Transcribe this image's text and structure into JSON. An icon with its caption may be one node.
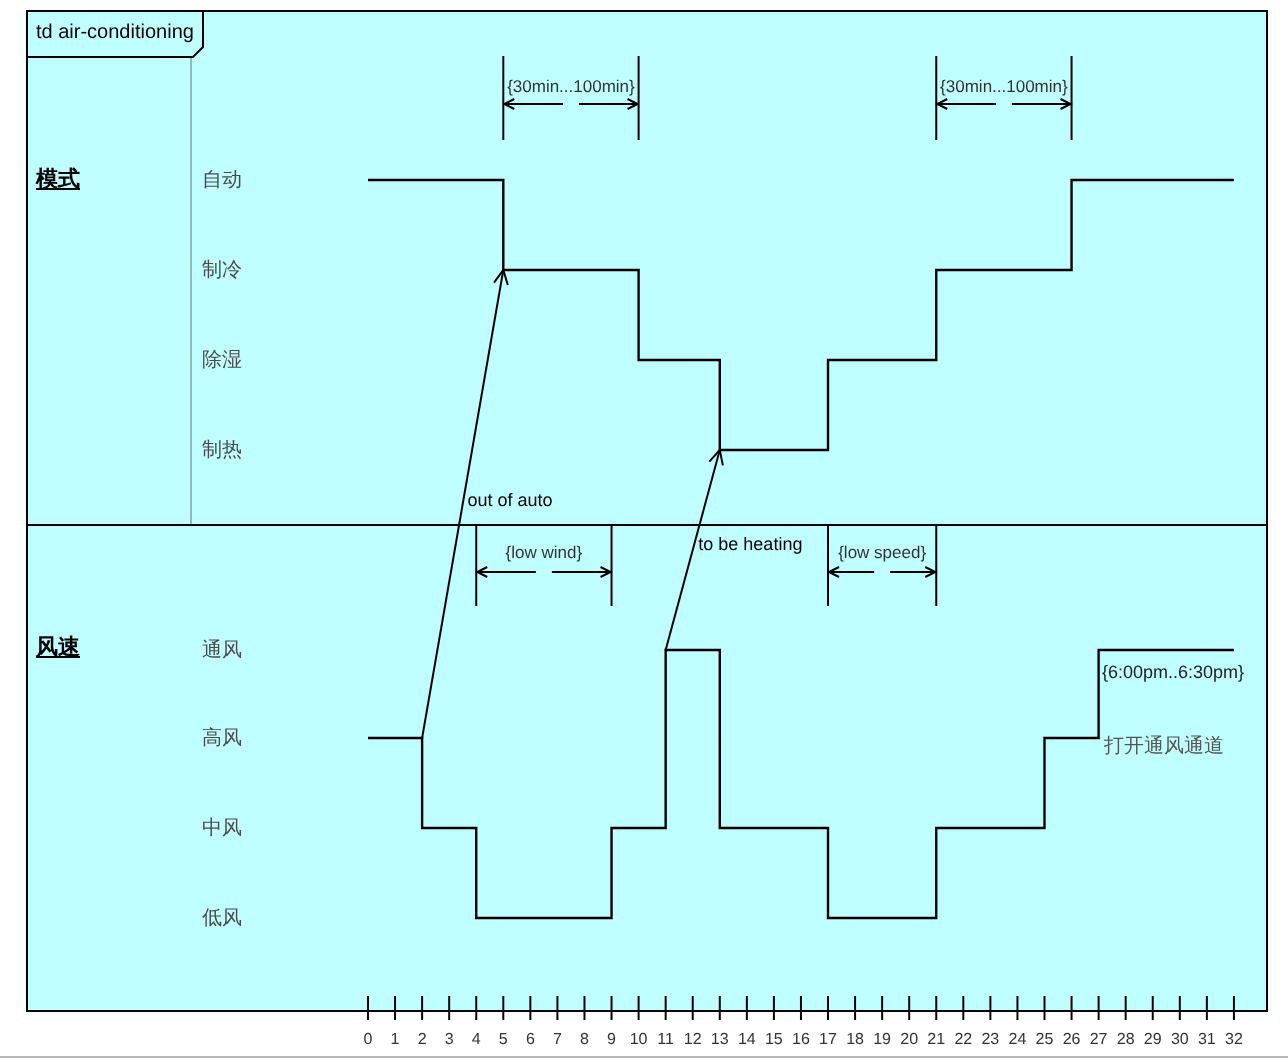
{
  "diagram": {
    "nodes": [
      {
        "text": [
          "td air-conditioning"
        ]
      },
      {
        "text": [
          "模式",
          "自动",
          "制冷",
          "除湿",
          "制热"
        ],
        "in": 0
      },
      {
        "text": [],
        "shape": "line",
        "in": 1
      },
      {
        "text": [
          "风速",
          "通风",
          "高风",
          "中风",
          "低风"
        ],
        "in": 0
      },
      {
        "text": [],
        "shape": "line",
        "in": 3
      }
    ],
    "edges": [
      {
        "from": 4,
        "to": 2,
        "arrow": "to",
        "label": "out of auto"
      },
      {
        "from": 4,
        "to": 2,
        "arrow": "to",
        "label": "to be heating"
      }
    ],
    "labels": [
      "{30min...100min}",
      "{30min...100min}",
      "{low wind}",
      "{low speed}",
      "{6:00pm..6:30pm}",
      "打开通风通道",
      "0",
      "1",
      "2",
      "3",
      "4",
      "5",
      "6",
      "7",
      "8",
      "9",
      "10",
      "11",
      "12",
      "13",
      "14",
      "15",
      "16",
      "17",
      "18",
      "19",
      "20",
      "21",
      "22",
      "23",
      "24",
      "25",
      "26",
      "27",
      "28",
      "29",
      "30",
      "31",
      "32"
    ]
  }
}
